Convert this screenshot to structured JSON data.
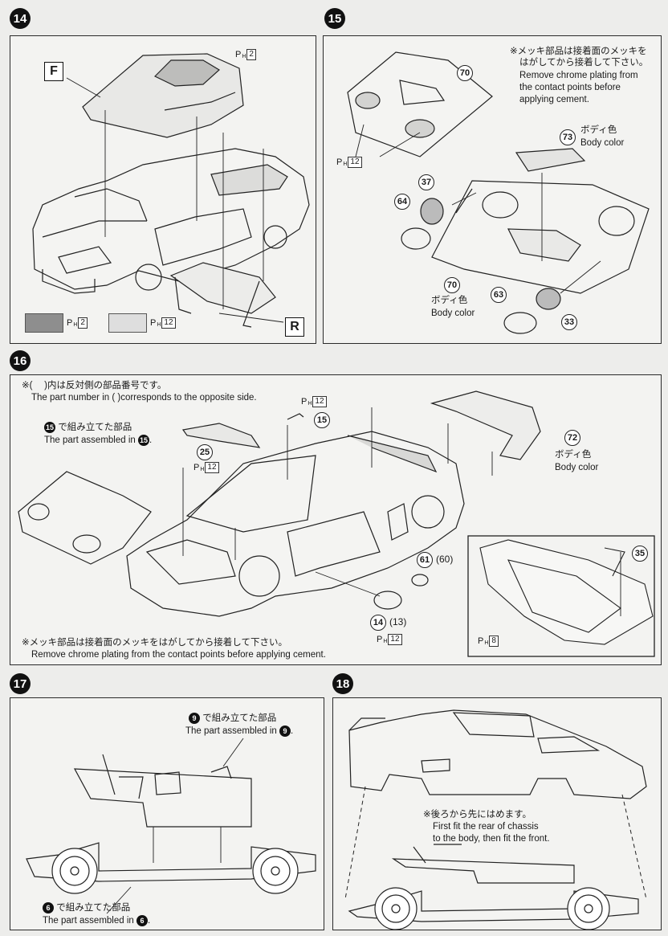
{
  "steps": {
    "s14": "14",
    "s15": "15",
    "s16": "16",
    "s17": "17",
    "s18": "18"
  },
  "paint": {
    "p": "P",
    "h": "H",
    "code2": "2",
    "code12": "12",
    "code8": "8"
  },
  "step14": {
    "front_label": "F",
    "rear_label": "R"
  },
  "step15": {
    "note_jp": "※メッキ部品は接着面のメッキを",
    "note_jp2": "はがしてから接着して下さい。",
    "note_en1": "Remove chrome plating from",
    "note_en2": "the contact points before",
    "note_en3": "applying cement.",
    "part70": "70",
    "part73": "73",
    "part37": "37",
    "part64": "64",
    "part70b": "70",
    "part63": "63",
    "part33": "33",
    "body_color_jp": "ボディ色",
    "body_color_en": "Body color",
    "body_color_jp2": "ボディ色",
    "body_color_en2": "Body color"
  },
  "step16": {
    "note_jp": "※(　 )内は反対側の部品番号です。",
    "note_en": "The part number in (  )corresponds to the opposite side.",
    "assembled_jp": "で組み立てた部品",
    "assembled_en": "The part assembled in",
    "assembled_ref": "15",
    "part15": "15",
    "part25": "25",
    "part72": "72",
    "part61": "61",
    "part60": "(60)",
    "part14": "14",
    "part13": "(13)",
    "part35": "35",
    "body_color_jp": "ボディ色",
    "body_color_en": "Body color",
    "chrome_jp": "※メッキ部品は接着面のメッキをはがしてから接着して下さい。",
    "chrome_en": "Remove chrome plating from the contact points before applying cement."
  },
  "step17": {
    "top_ref": "9",
    "top_jp": "で組み立てた部品",
    "top_en": "The part assembled in",
    "bottom_ref": "6",
    "bottom_jp": "で組み立てた部品",
    "bottom_en": "The part assembled in"
  },
  "step18": {
    "note_jp": "※後ろから先にはめます。",
    "note_en1": "First fit the rear of chassis",
    "note_en2": "to the body, then fit the front."
  }
}
